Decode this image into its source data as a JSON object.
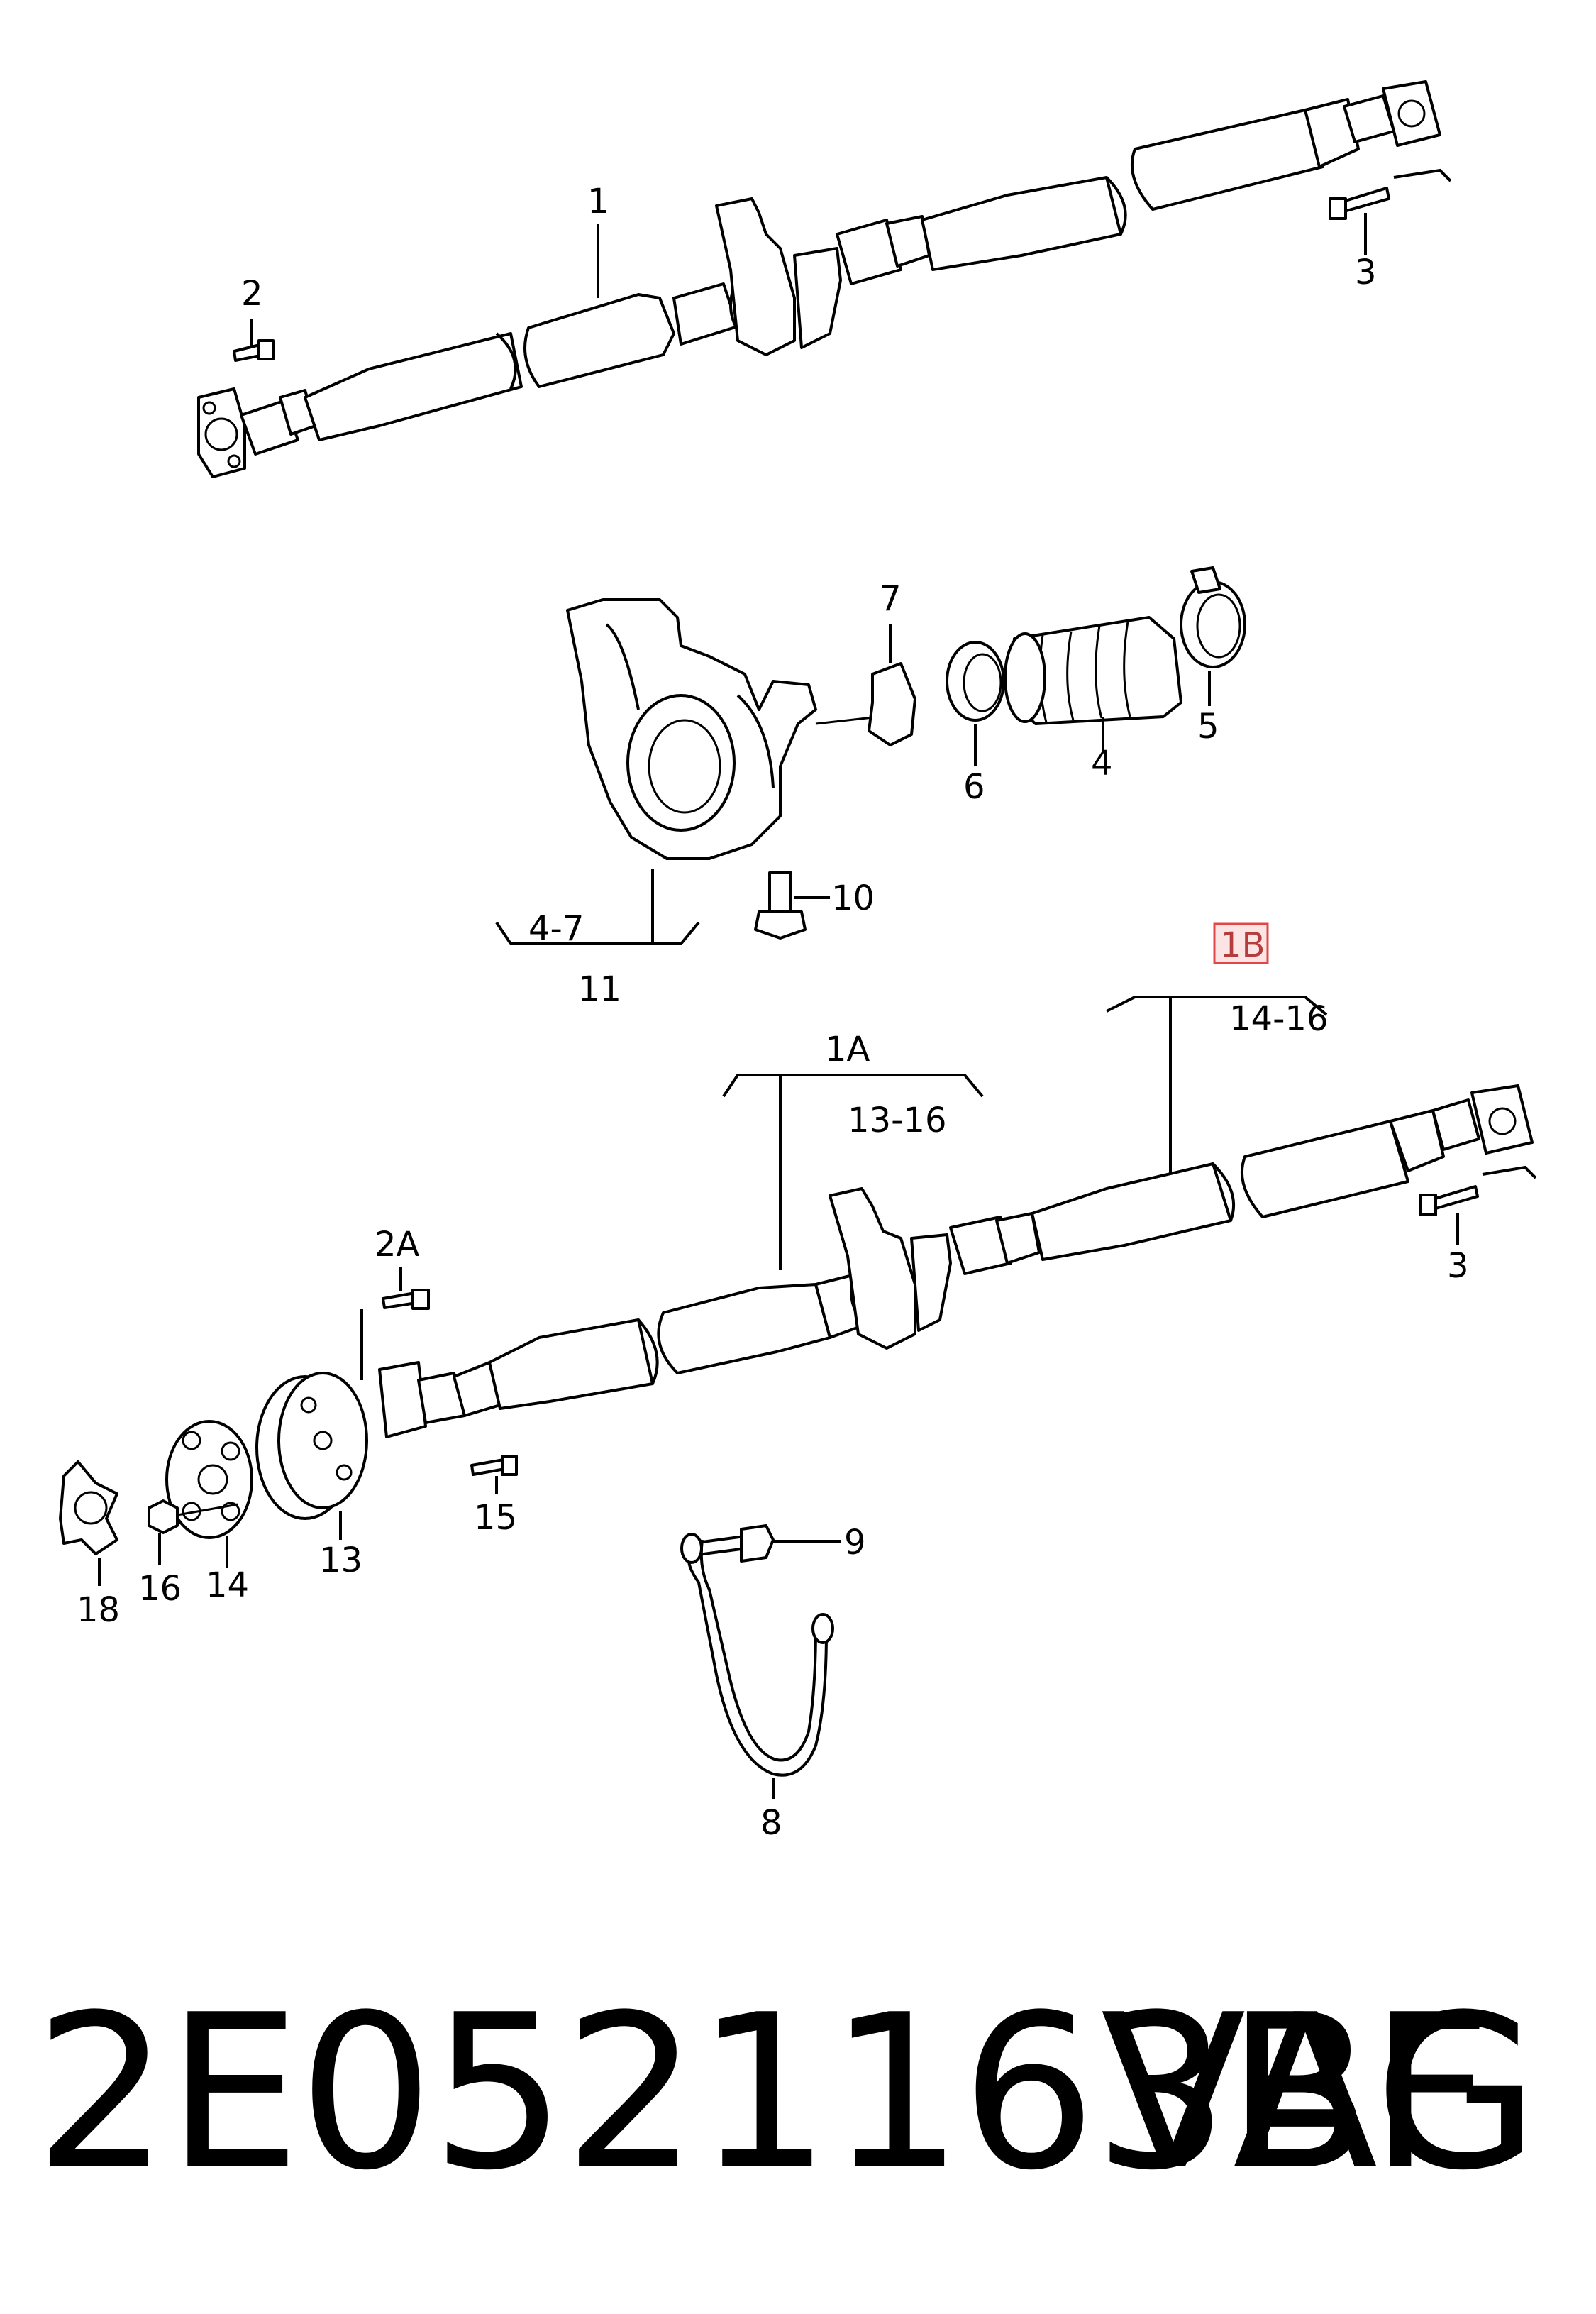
{
  "callouts": {
    "c1": "1",
    "c2": "2",
    "c3_top": "3",
    "c7": "7",
    "c6": "6",
    "c4": "4",
    "c5": "5",
    "c10": "10",
    "c4_7": "4-7",
    "c11": "11",
    "c1B": "1B",
    "c14_16": "14-16",
    "c1A": "1A",
    "c13_16": "13-16",
    "c2A": "2A",
    "c3_bottom": "3",
    "c15": "15",
    "c9": "9",
    "c18": "18",
    "c16": "16",
    "c14": "14",
    "c13": "13",
    "c8": "8"
  },
  "footer": {
    "part_number": "2E0521163BF",
    "brand": "VAG"
  },
  "colors": {
    "highlight_fill": "#fde4e4",
    "highlight_stroke": "#e04848"
  }
}
